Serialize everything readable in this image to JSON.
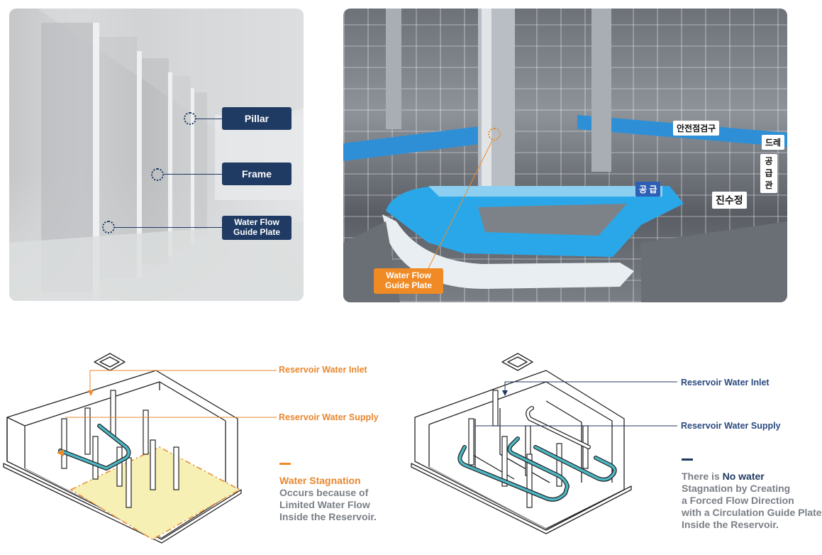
{
  "photo_left": {
    "labels": {
      "pillar": "Pillar",
      "frame": "Frame",
      "guide_plate_line1": "Water Flow",
      "guide_plate_line2": "Guide Plate"
    }
  },
  "photo_right": {
    "label_line1": "Water Flow",
    "label_line2": "Guide Plate",
    "korean_signs": {
      "inspection_hole": "안전점검구",
      "drain": "드레",
      "supply_pipe": "공급관",
      "supply": "공 급",
      "water_inflow": "진수정"
    }
  },
  "diagram_left": {
    "inlet_label": "Reservoir Water Inlet",
    "supply_label": "Reservoir Water Supply",
    "note_highlight": "Water Stagnation",
    "note_lines": [
      "Occurs because of",
      "Limited Water Flow",
      "Inside the Reservoir."
    ]
  },
  "diagram_right": {
    "inlet_label": "Reservoir Water Inlet",
    "supply_label": "Reservoir Water Supply",
    "note_prefix": "There is ",
    "note_highlight": "No water",
    "note_lines": [
      "Stagnation by Creating",
      "a Forced Flow Direction",
      "with a Circulation Guide Plate",
      "Inside the Reservoir."
    ]
  },
  "colors": {
    "navy": "#1f3a63",
    "orange": "#f08a24",
    "flow_teal": "#4db6c4",
    "stagnation_fill": "#f6f0b4"
  }
}
